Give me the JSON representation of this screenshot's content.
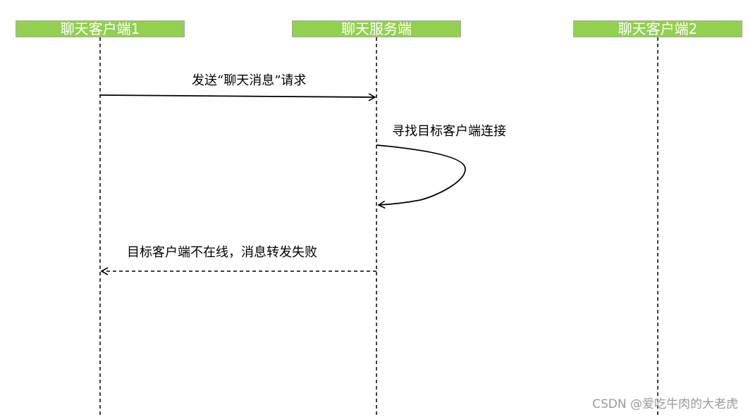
{
  "lifelines": [
    {
      "id": "client1",
      "label": "聊天客户端1"
    },
    {
      "id": "server",
      "label": "聊天服务端"
    },
    {
      "id": "client2",
      "label": "聊天客户端2"
    }
  ],
  "messages": [
    {
      "id": "request",
      "from": "client1",
      "to": "server",
      "style": "solid",
      "label": "发送“聊天消息”请求"
    },
    {
      "id": "find",
      "from": "server",
      "to": "server",
      "style": "self",
      "label": "寻找目标客户端连接"
    },
    {
      "id": "offline",
      "from": "server",
      "to": "client1",
      "style": "dashed",
      "label": "目标客户端不在线，消息转发失败"
    }
  ],
  "colors": {
    "header_fill": "#92d050",
    "header_border": "#a6a6a6",
    "header_text": "#ffffff",
    "line": "#000000"
  },
  "watermark": "CSDN @爱吃牛肉的大老虎"
}
